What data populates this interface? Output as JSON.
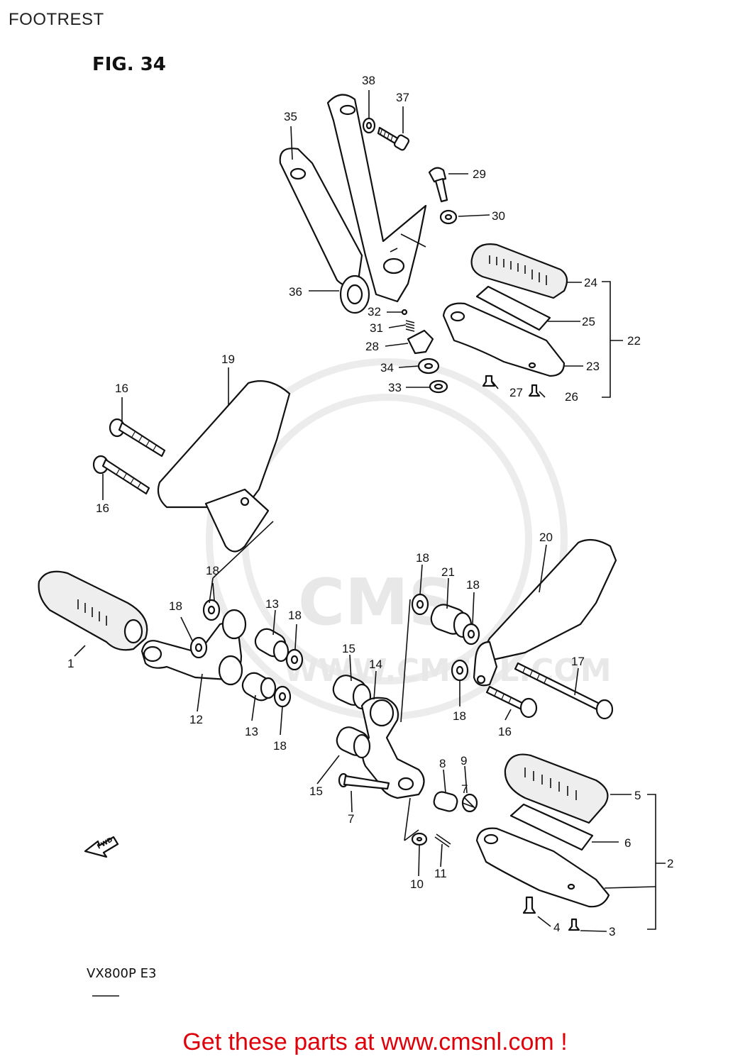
{
  "header": {
    "title": "FOOTREST"
  },
  "figure": {
    "label": "FIG. 34",
    "model": "VX800P E3",
    "fwd_label": "FWD"
  },
  "callouts": [
    {
      "n": "1"
    },
    {
      "n": "2"
    },
    {
      "n": "3"
    },
    {
      "n": "4"
    },
    {
      "n": "5"
    },
    {
      "n": "6"
    },
    {
      "n": "7"
    },
    {
      "n": "7"
    },
    {
      "n": "8"
    },
    {
      "n": "9"
    },
    {
      "n": "10"
    },
    {
      "n": "11"
    },
    {
      "n": "12"
    },
    {
      "n": "13"
    },
    {
      "n": "13"
    },
    {
      "n": "14"
    },
    {
      "n": "15"
    },
    {
      "n": "15"
    },
    {
      "n": "16"
    },
    {
      "n": "16"
    },
    {
      "n": "16"
    },
    {
      "n": "17"
    },
    {
      "n": "18"
    },
    {
      "n": "18"
    },
    {
      "n": "18"
    },
    {
      "n": "18"
    },
    {
      "n": "18"
    },
    {
      "n": "18"
    },
    {
      "n": "18"
    },
    {
      "n": "19"
    },
    {
      "n": "20"
    },
    {
      "n": "21"
    },
    {
      "n": "22"
    },
    {
      "n": "23"
    },
    {
      "n": "24"
    },
    {
      "n": "25"
    },
    {
      "n": "26"
    },
    {
      "n": "27"
    },
    {
      "n": "28"
    },
    {
      "n": "29"
    },
    {
      "n": "30"
    },
    {
      "n": "31"
    },
    {
      "n": "32"
    },
    {
      "n": "33"
    },
    {
      "n": "34"
    },
    {
      "n": "35"
    },
    {
      "n": "36"
    },
    {
      "n": "37"
    },
    {
      "n": "38"
    }
  ],
  "cta": {
    "text": "Get these parts at www.cmsnl.com !"
  },
  "colors": {
    "cta": "#e0000a",
    "lines": "#111111",
    "watermark": "#e8e8e8"
  }
}
